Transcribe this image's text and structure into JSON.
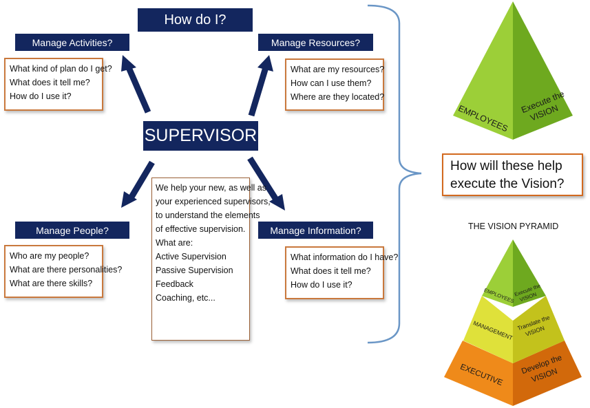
{
  "top_title": "How do I?",
  "center_label": "SUPERVISOR",
  "categories": {
    "activities": {
      "title": "Manage Activities?",
      "questions": [
        "What kind of plan do I get?",
        "What does it tell me?",
        "How do I use it?"
      ]
    },
    "resources": {
      "title": "Manage Resources?",
      "questions": [
        "What are my resources?",
        "How can I use them?",
        "Where are they located?"
      ]
    },
    "people": {
      "title": "Manage People?",
      "questions": [
        "Who are my people?",
        "What are there personalities?",
        "What are there skills?"
      ]
    },
    "information": {
      "title": "Manage Information?",
      "questions": [
        "What information do I have?",
        "What does it tell me?",
        "How do I use it?"
      ]
    }
  },
  "center_text": {
    "lines": [
      "We help your new, as well as",
      "your experienced supervisors,",
      "to understand the elements",
      "of effective supervision."
    ],
    "list_title": "What are:",
    "items": [
      "Active Supervision",
      "Passive Supervision",
      "Feedback",
      "Coaching, etc..."
    ]
  },
  "question": {
    "line1": "How will these help",
    "line2": "execute the Vision?"
  },
  "top_pyramid": {
    "left_label": "EMPLOYEES",
    "right_line1": "Execute the",
    "right_line2": "VISION"
  },
  "vision_pyramid": {
    "title": "THE VISION PYRAMID",
    "tiers": [
      {
        "left": "EMPLOYEES",
        "right_line1": "Execute the",
        "right_line2": "VISION"
      },
      {
        "left": "MANAGEMENT",
        "right_line1": "Translate the",
        "right_line2": "VISION"
      },
      {
        "left": "EXECUTIVE",
        "right_line1": "Develop the",
        "right_line2": "VISION"
      }
    ]
  },
  "colors": {
    "navy": "#13265e",
    "box_border": "#c9783c",
    "brace": "#6a96c6",
    "green_light": "#9ccf38",
    "green_dark": "#6ea91f",
    "yellow_light": "#dfe13a",
    "yellow_dark": "#c3c21c",
    "orange_light": "#ef8a1a",
    "orange_dark": "#d2690b"
  }
}
